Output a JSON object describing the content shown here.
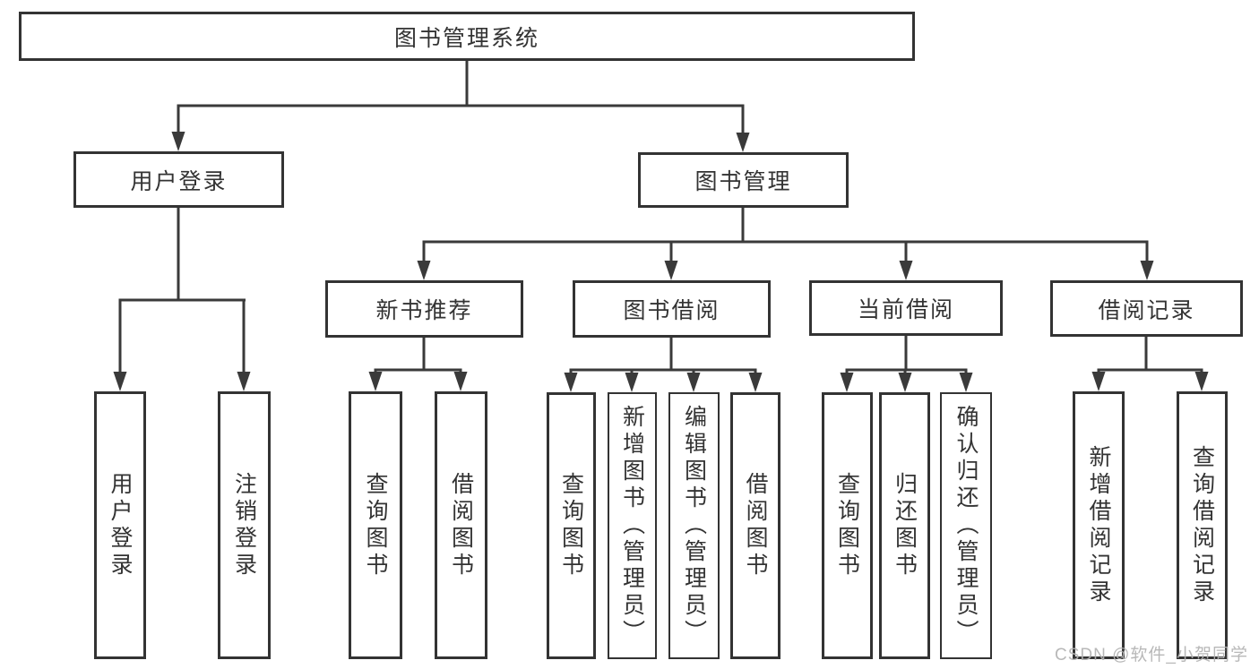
{
  "colors": {
    "line": "#3a3a3a",
    "box_border": "#333333",
    "text": "#333333",
    "watermark": "#b2b2b2",
    "background": "#ffffff"
  },
  "watermark": {
    "text": "CSDN @软件_小贺同学"
  },
  "tree": {
    "root": {
      "label": "图书管理系统",
      "children": [
        {
          "label": "用户登录",
          "children": [
            {
              "label": "用户登录"
            },
            {
              "label": "注销登录"
            }
          ]
        },
        {
          "label": "图书管理",
          "children": [
            {
              "label": "新书推荐",
              "children": [
                {
                  "label": "查询图书"
                },
                {
                  "label": "借阅图书"
                }
              ]
            },
            {
              "label": "图书借阅",
              "children": [
                {
                  "label": "查询图书"
                },
                {
                  "label": "新增图书（管理员）"
                },
                {
                  "label": "编辑图书（管理员）"
                },
                {
                  "label": "借阅图书"
                }
              ]
            },
            {
              "label": "当前借阅",
              "children": [
                {
                  "label": "查询图书"
                },
                {
                  "label": "归还图书"
                },
                {
                  "label": "确认归还（管理员）"
                }
              ]
            },
            {
              "label": "借阅记录",
              "children": [
                {
                  "label": "新增借阅记录"
                },
                {
                  "label": "查询借阅记录"
                }
              ]
            }
          ]
        }
      ]
    }
  }
}
